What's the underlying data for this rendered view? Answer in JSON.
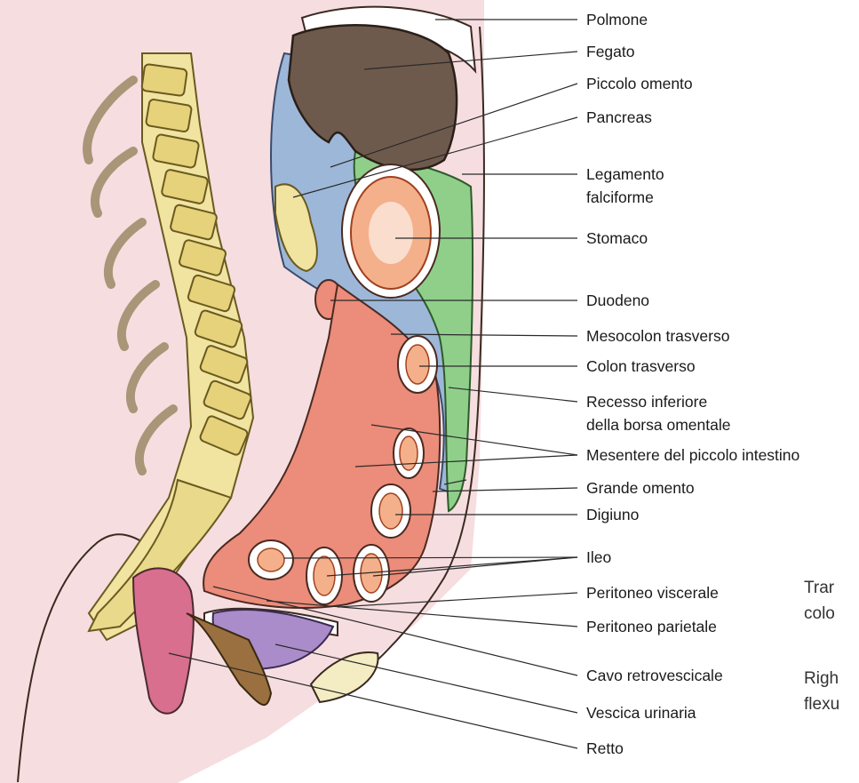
{
  "colors": {
    "background_tissue": "#f6dde0",
    "peritoneal_cavity": "#9db7d9",
    "omentum_green": "#8fcf8a",
    "mesentery_salmon": "#ec8c7a",
    "liver": "#6e5a4c",
    "bone": "#f1e3a0",
    "bladder": "#a98cc9",
    "rectum": "#d86f8e"
  },
  "labels": [
    {
      "id": "polmone",
      "text": "Polmone"
    },
    {
      "id": "fegato",
      "text": "Fegato"
    },
    {
      "id": "piccolo-omento",
      "text": "Piccolo omento"
    },
    {
      "id": "pancreas",
      "text": "Pancreas"
    },
    {
      "id": "legamento-falciforme",
      "lines": [
        "Legamento",
        "falciforme"
      ]
    },
    {
      "id": "stomaco",
      "text": "Stomaco"
    },
    {
      "id": "duodeno",
      "text": "Duodeno"
    },
    {
      "id": "mesocolon-trasverso",
      "text": "Mesocolon trasverso"
    },
    {
      "id": "colon-trasverso",
      "text": "Colon trasverso"
    },
    {
      "id": "recesso-inferiore",
      "lines": [
        "Recesso inferiore",
        "della borsa omentale"
      ]
    },
    {
      "id": "mesentere",
      "text": "Mesentere del piccolo intestino"
    },
    {
      "id": "grande-omento",
      "text": "Grande omento"
    },
    {
      "id": "digiuno",
      "text": "Digiuno"
    },
    {
      "id": "ileo",
      "text": "Ileo"
    },
    {
      "id": "peritoneo-viscerale",
      "text": "Peritoneo viscerale"
    },
    {
      "id": "peritoneo-parietale",
      "text": "Peritoneo parietale"
    },
    {
      "id": "cavo-retrovescicale",
      "text": "Cavo retrovescicale"
    },
    {
      "id": "vescica-urinaria",
      "text": "Vescica urinaria"
    },
    {
      "id": "retto",
      "text": "Retto"
    }
  ],
  "cropped_text": [
    "Trar",
    "colo",
    "Righ",
    "flexu"
  ]
}
